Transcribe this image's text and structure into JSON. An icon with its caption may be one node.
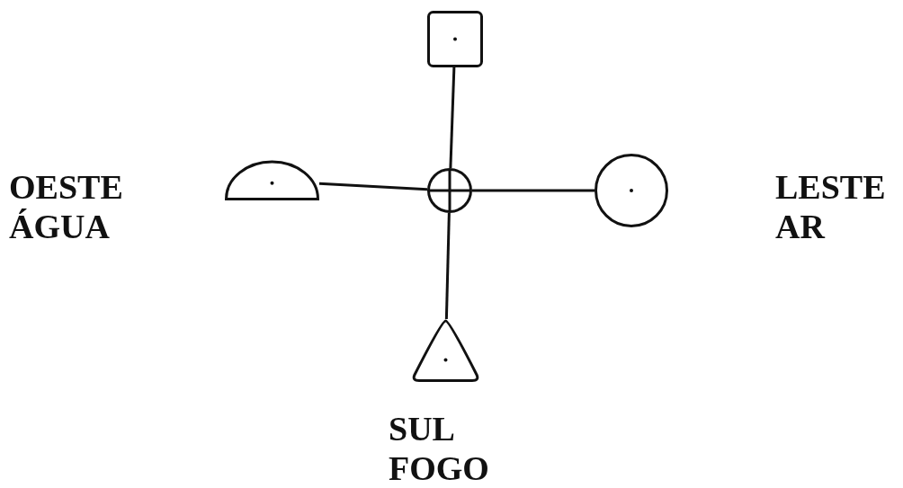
{
  "diagram": {
    "nodes": [
      {
        "text": [],
        "shape": "box"
      },
      {
        "text": [],
        "shape": "semicircle",
        "beside": [
          "OESTE",
          "ÁGUA"
        ]
      },
      {
        "text": [],
        "shape": "circle"
      },
      {
        "text": [],
        "shape": "circle",
        "beside": [
          "LESTE",
          "AR"
        ]
      },
      {
        "text": [],
        "shape": "triangle",
        "beside": [
          "SUL",
          "FOGO"
        ]
      }
    ],
    "edges": [
      {
        "from": 2,
        "to": 0,
        "arrow": "none"
      },
      {
        "from": 2,
        "to": 1,
        "arrow": "none"
      },
      {
        "from": 2,
        "to": 3,
        "arrow": "none"
      },
      {
        "from": 2,
        "to": 4,
        "arrow": "none"
      }
    ]
  }
}
